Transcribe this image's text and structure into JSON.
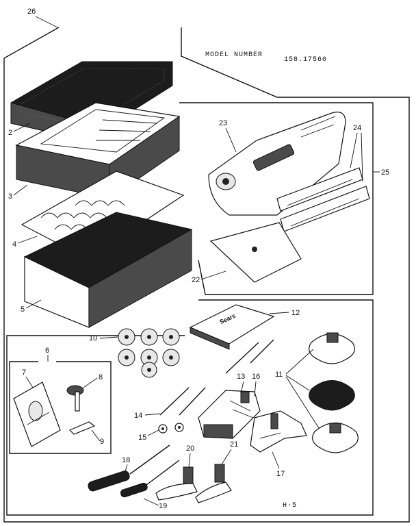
{
  "header": {
    "model_label": "MODEL NUMBER",
    "model_number": "158.17560"
  },
  "footer": {
    "page_code": "H-5"
  },
  "callouts": {
    "c26": "26",
    "c2": "2",
    "c3": "3",
    "c4": "4",
    "c5": "5",
    "c23": "23",
    "c24": "24",
    "c25": "25",
    "c22": "22",
    "c10": "10",
    "c12": "12",
    "c11": "11",
    "c6": "6",
    "c7": "7",
    "c8": "8",
    "c9": "9",
    "c13": "13",
    "c16": "16",
    "c14": "14",
    "c15": "15",
    "c18": "18",
    "c19": "19",
    "c20": "20",
    "c21": "21",
    "c17": "17"
  },
  "part_text": {
    "case_brand": "Sears"
  }
}
